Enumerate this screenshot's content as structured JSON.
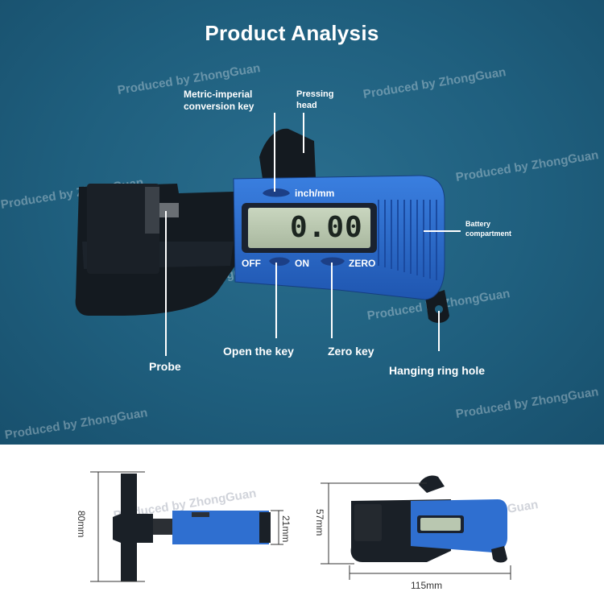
{
  "header": {
    "title": "Product Analysis"
  },
  "watermark": "Produced by ZhongGuan",
  "lcd": {
    "reading": "0.00"
  },
  "device_labels": {
    "unit_key": "inch/mm",
    "off": "OFF",
    "on": "ON",
    "zero": "ZERO"
  },
  "callouts": {
    "metric_imperial": [
      "Metric-imperial",
      "conversion key"
    ],
    "pressing_head": [
      "Pressing",
      "head"
    ],
    "battery": [
      "Battery",
      "compartment"
    ],
    "probe": "Probe",
    "open_key": "Open the key",
    "zero_key": "Zero key",
    "hanging_ring": "Hanging ring hole"
  },
  "dimensions": {
    "height_side": "80mm",
    "thickness": "21mm",
    "height_front": "57mm",
    "width": "115mm"
  },
  "colors": {
    "panel_blue": "#1f5f7e",
    "device_blue": "#2f6fd0",
    "lcd": "#b9c7b0"
  }
}
